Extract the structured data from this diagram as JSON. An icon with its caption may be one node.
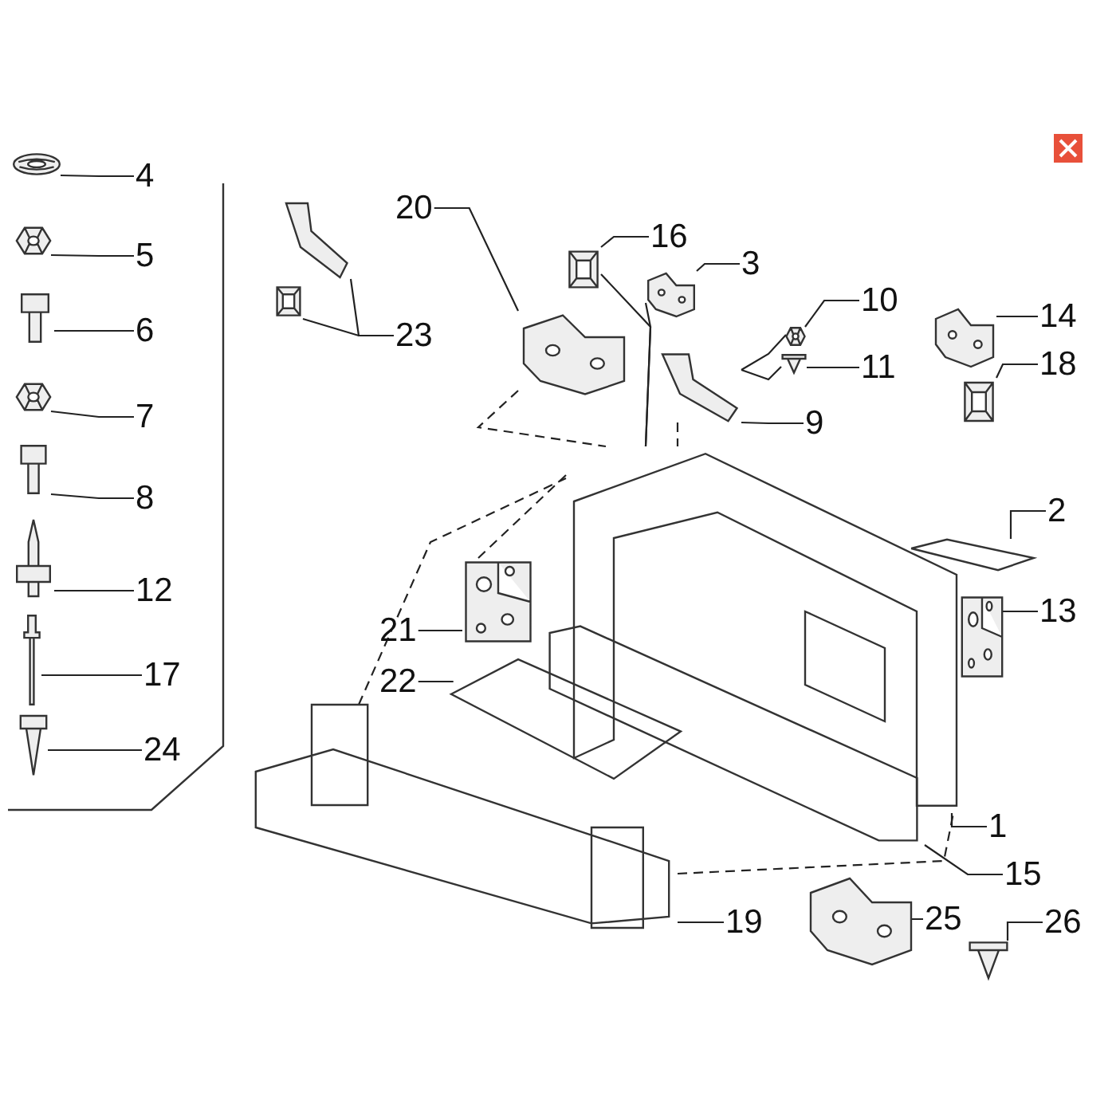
{
  "diagram": {
    "nodes": [
      {
        "text": [
          "4"
        ]
      },
      {
        "text": [],
        "shape": "picture"
      },
      {
        "text": [
          "5"
        ]
      },
      {
        "text": [],
        "shape": "picture"
      },
      {
        "text": [
          "6"
        ]
      },
      {
        "text": [],
        "shape": "picture"
      },
      {
        "text": [
          "7"
        ]
      },
      {
        "text": [],
        "shape": "picture"
      },
      {
        "text": [
          "8"
        ]
      },
      {
        "text": [],
        "shape": "picture"
      },
      {
        "text": [
          "12"
        ]
      },
      {
        "text": [],
        "shape": "picture"
      },
      {
        "text": [
          "17"
        ]
      },
      {
        "text": [],
        "shape": "picture"
      },
      {
        "text": [
          "24"
        ]
      },
      {
        "text": [],
        "shape": "picture"
      },
      {
        "text": [
          "20"
        ]
      },
      {
        "text": [],
        "shape": "picture"
      },
      {
        "text": [
          "23"
        ]
      },
      {
        "text": [],
        "shape": "picture"
      },
      {
        "text": [],
        "shape": "picture"
      },
      {
        "text": [
          "16"
        ]
      },
      {
        "text": [],
        "shape": "picture"
      },
      {
        "text": [
          "3"
        ]
      },
      {
        "text": [],
        "shape": "picture"
      },
      {
        "text": [
          "10"
        ]
      },
      {
        "text": [],
        "shape": "picture"
      },
      {
        "text": [
          "11"
        ]
      },
      {
        "text": [],
        "shape": "picture"
      },
      {
        "text": [
          "9"
        ]
      },
      {
        "text": [],
        "shape": "picture"
      },
      {
        "text": [
          "14"
        ]
      },
      {
        "text": [],
        "shape": "picture"
      },
      {
        "text": [
          "18"
        ]
      },
      {
        "text": [],
        "shape": "picture"
      },
      {
        "text": [
          "2"
        ]
      },
      {
        "text": [],
        "shape": "picture"
      },
      {
        "text": [
          "13"
        ]
      },
      {
        "text": [],
        "shape": "picture"
      },
      {
        "text": [
          "21"
        ]
      },
      {
        "text": [],
        "shape": "picture"
      },
      {
        "text": [
          "22"
        ]
      },
      {
        "text": [],
        "shape": "picture"
      },
      {
        "text": [
          "1"
        ]
      },
      {
        "text": [],
        "shape": "picture"
      },
      {
        "text": [
          "15"
        ]
      },
      {
        "text": [],
        "shape": "picture"
      },
      {
        "text": [
          "19"
        ]
      },
      {
        "text": [],
        "shape": "picture"
      },
      {
        "text": [
          "25"
        ]
      },
      {
        "text": [],
        "shape": "picture"
      },
      {
        "text": [
          "26"
        ]
      },
      {
        "text": [],
        "shape": "picture"
      }
    ],
    "edges": [
      {
        "from": 0,
        "to": 1,
        "arrow": "none"
      },
      {
        "from": 2,
        "to": 3,
        "arrow": "none"
      },
      {
        "from": 4,
        "to": 5,
        "arrow": "none"
      },
      {
        "from": 6,
        "to": 7,
        "arrow": "none"
      },
      {
        "from": 8,
        "to": 9,
        "arrow": "none"
      },
      {
        "from": 10,
        "to": 11,
        "arrow": "none"
      },
      {
        "from": 12,
        "to": 13,
        "arrow": "none"
      },
      {
        "from": 14,
        "to": 15,
        "arrow": "none"
      },
      {
        "from": 16,
        "to": 17,
        "arrow": "none"
      },
      {
        "from": 18,
        "to": 19,
        "arrow": "none"
      },
      {
        "from": 18,
        "to": 20,
        "arrow": "none"
      },
      {
        "from": 21,
        "to": 22,
        "arrow": "none"
      },
      {
        "from": 23,
        "to": 24,
        "arrow": "none"
      },
      {
        "from": 25,
        "to": 26,
        "arrow": "none"
      },
      {
        "from": 27,
        "to": 28,
        "arrow": "none"
      },
      {
        "from": 29,
        "to": 30,
        "arrow": "none"
      },
      {
        "from": 31,
        "to": 32,
        "arrow": "none"
      },
      {
        "from": 33,
        "to": 34,
        "arrow": "none"
      },
      {
        "from": 35,
        "to": 36,
        "arrow": "none"
      },
      {
        "from": 37,
        "to": 38,
        "arrow": "none"
      },
      {
        "from": 39,
        "to": 40,
        "arrow": "none"
      },
      {
        "from": 41,
        "to": 42,
        "arrow": "none"
      },
      {
        "from": 43,
        "to": 44,
        "arrow": "none"
      },
      {
        "from": 45,
        "to": 46,
        "arrow": "none"
      },
      {
        "from": 47,
        "to": 48,
        "arrow": "none"
      },
      {
        "from": 49,
        "to": 50,
        "arrow": "none"
      },
      {
        "from": 51,
        "to": 52,
        "arrow": "none"
      },
      {
        "from": 17,
        "to": 44,
        "arrow": "none",
        "style": "dashed"
      },
      {
        "from": 40,
        "to": 44,
        "arrow": "none",
        "style": "dashed"
      },
      {
        "from": 48,
        "to": 44,
        "arrow": "none",
        "style": "dashed"
      },
      {
        "from": 48,
        "to": 44,
        "arrow": "none",
        "style": "dashed"
      },
      {
        "from": 30,
        "to": 44,
        "arrow": "none",
        "style": "dashed"
      },
      {
        "from": 22,
        "to": 44,
        "arrow": "none"
      },
      {
        "from": 24,
        "to": 44,
        "arrow": "none"
      },
      {
        "from": 26,
        "to": 30,
        "arrow": "none"
      },
      {
        "from": 28,
        "to": 30,
        "arrow": "none"
      }
    ]
  }
}
